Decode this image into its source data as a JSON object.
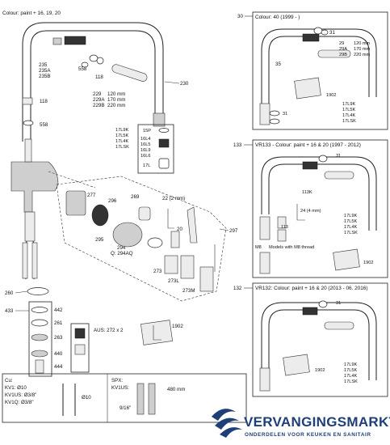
{
  "header": {
    "colour_note": "Colour: paint + 16, 19, 20"
  },
  "main_labels": {
    "p235": "235",
    "p235a": "235A",
    "p235b": "235B",
    "p558a": "558",
    "p558b": "558",
    "p118a": "118",
    "p118b": "118",
    "p230": "230",
    "p229": "229",
    "p229a": "229A",
    "p229b": "229B",
    "m120": "120 mm",
    "m170": "170 mm",
    "m220": "220 mm",
    "p15p": "15P",
    "p16l4": "16L4",
    "p16l5": "16L5",
    "p16l9": "16L9",
    "p16l6": "16L6",
    "p17l": "17L",
    "k17l9": "17L9K",
    "k17l5": "17L5K",
    "k17l4": "17L4K",
    "k17lsk": "17LSK",
    "p277": "277",
    "p296": "296",
    "p269": "269",
    "p22mm": "22 (2 mm)",
    "p297": "297",
    "p295": "295",
    "p294": "294",
    "p294aq": "Q: 294AQ",
    "p20": "20",
    "p273": "273",
    "p273l": "273L",
    "p273m": "273M",
    "p260": "260",
    "p433": "433",
    "p442": "442",
    "p261": "261",
    "p263": "263",
    "p440": "440",
    "p444": "444",
    "aus": "AUS: 272 x 2",
    "p1902": "1902"
  },
  "bottom_left": {
    "cu": "Cu:",
    "kv1": "KV1: Ø10",
    "kv1us": "KV1US: Ø3/8\"",
    "kv1q": "KV1Q: Ø3/8\"",
    "spx": "SPX:",
    "spx_kv1us": "KV1US:",
    "len480": "480 mm",
    "d916": "9/16\"",
    "d10": "Ø10"
  },
  "panel30": {
    "num": "30",
    "title": "Colour: 40 (1999 - )",
    "p31a": "31",
    "p35": "35",
    "p29": "29",
    "p29a": "29A",
    "p29b": "29B",
    "m120": "120 mm",
    "m170": "170 mm",
    "m220": "220 mm",
    "p1902": "1902",
    "p31b": "31",
    "k17l9": "17L9K",
    "k17l5": "17L5K",
    "k17l4": "17L4K",
    "k17lsk": "17LSK"
  },
  "panel133": {
    "num": "133",
    "title": "VR133 - Colour: paint + 16 & 20 (1997 - 2012)",
    "p31": "31",
    "p113k": "113K",
    "p24": "24 (4 mm)",
    "p113": "113",
    "m8": "M8",
    "m8_note": "Models with M8 thread",
    "k17l9": "17L9K",
    "k17l5": "17L5K",
    "k17l4": "17L4K",
    "k17lsk": "17LSK",
    "p1902": "1902"
  },
  "panel132": {
    "num": "132",
    "title": "VR132: Colour: paint + 16 & 20 (2013 - 06. 2016)",
    "p31": "31",
    "p1902": "1902",
    "k17l9": "17L9K",
    "k17l5": "17L5K",
    "k17l4": "17L4K",
    "k17lsk": "17LSK"
  },
  "brand": {
    "name": "VERVANGINGSMARKT",
    "tagline": "ONDERDELEN VOOR KEUKEN EN SANITAIR",
    "color": "#1f3f78",
    "icon": "wave-logo-icon"
  }
}
